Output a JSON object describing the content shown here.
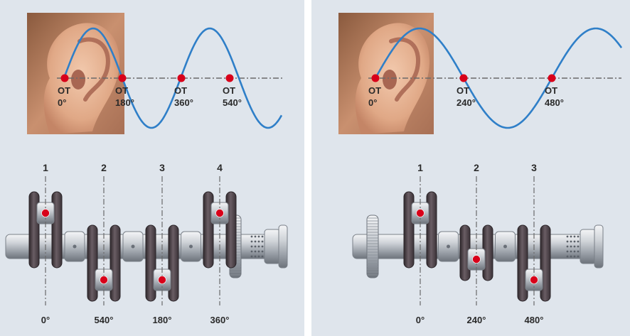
{
  "colors": {
    "panel_bg": "#dfe5ec",
    "wave": "#2f7fc8",
    "dot": "#d8001a",
    "axis": "#6a6a6a",
    "label": "#2a2a2a",
    "crank_dark": "#4a3f45",
    "crank_metal": "#c9cdd3"
  },
  "panels": [
    {
      "id": "left",
      "engine": "4-cylinder",
      "photo_icon": "ear-photo",
      "wave_markers": [
        {
          "ot": "OT",
          "angle": "0°"
        },
        {
          "ot": "OT",
          "angle": "180°"
        },
        {
          "ot": "OT",
          "angle": "360°"
        },
        {
          "ot": "OT",
          "angle": "540°"
        }
      ],
      "cylinders": [
        {
          "number": "1",
          "angle": "0°",
          "pin": "up"
        },
        {
          "number": "2",
          "angle": "540°",
          "pin": "down"
        },
        {
          "number": "3",
          "angle": "180°",
          "pin": "down"
        },
        {
          "number": "4",
          "angle": "360°",
          "pin": "up"
        }
      ]
    },
    {
      "id": "right",
      "engine": "3-cylinder",
      "photo_icon": "ear-photo",
      "wave_markers": [
        {
          "ot": "OT",
          "angle": "0°"
        },
        {
          "ot": "OT",
          "angle": "240°"
        },
        {
          "ot": "OT",
          "angle": "480°"
        }
      ],
      "cylinders": [
        {
          "number": "1",
          "angle": "0°",
          "pin": "up"
        },
        {
          "number": "2",
          "angle": "240°",
          "pin": "mid"
        },
        {
          "number": "3",
          "angle": "480°",
          "pin": "down"
        }
      ]
    }
  ]
}
